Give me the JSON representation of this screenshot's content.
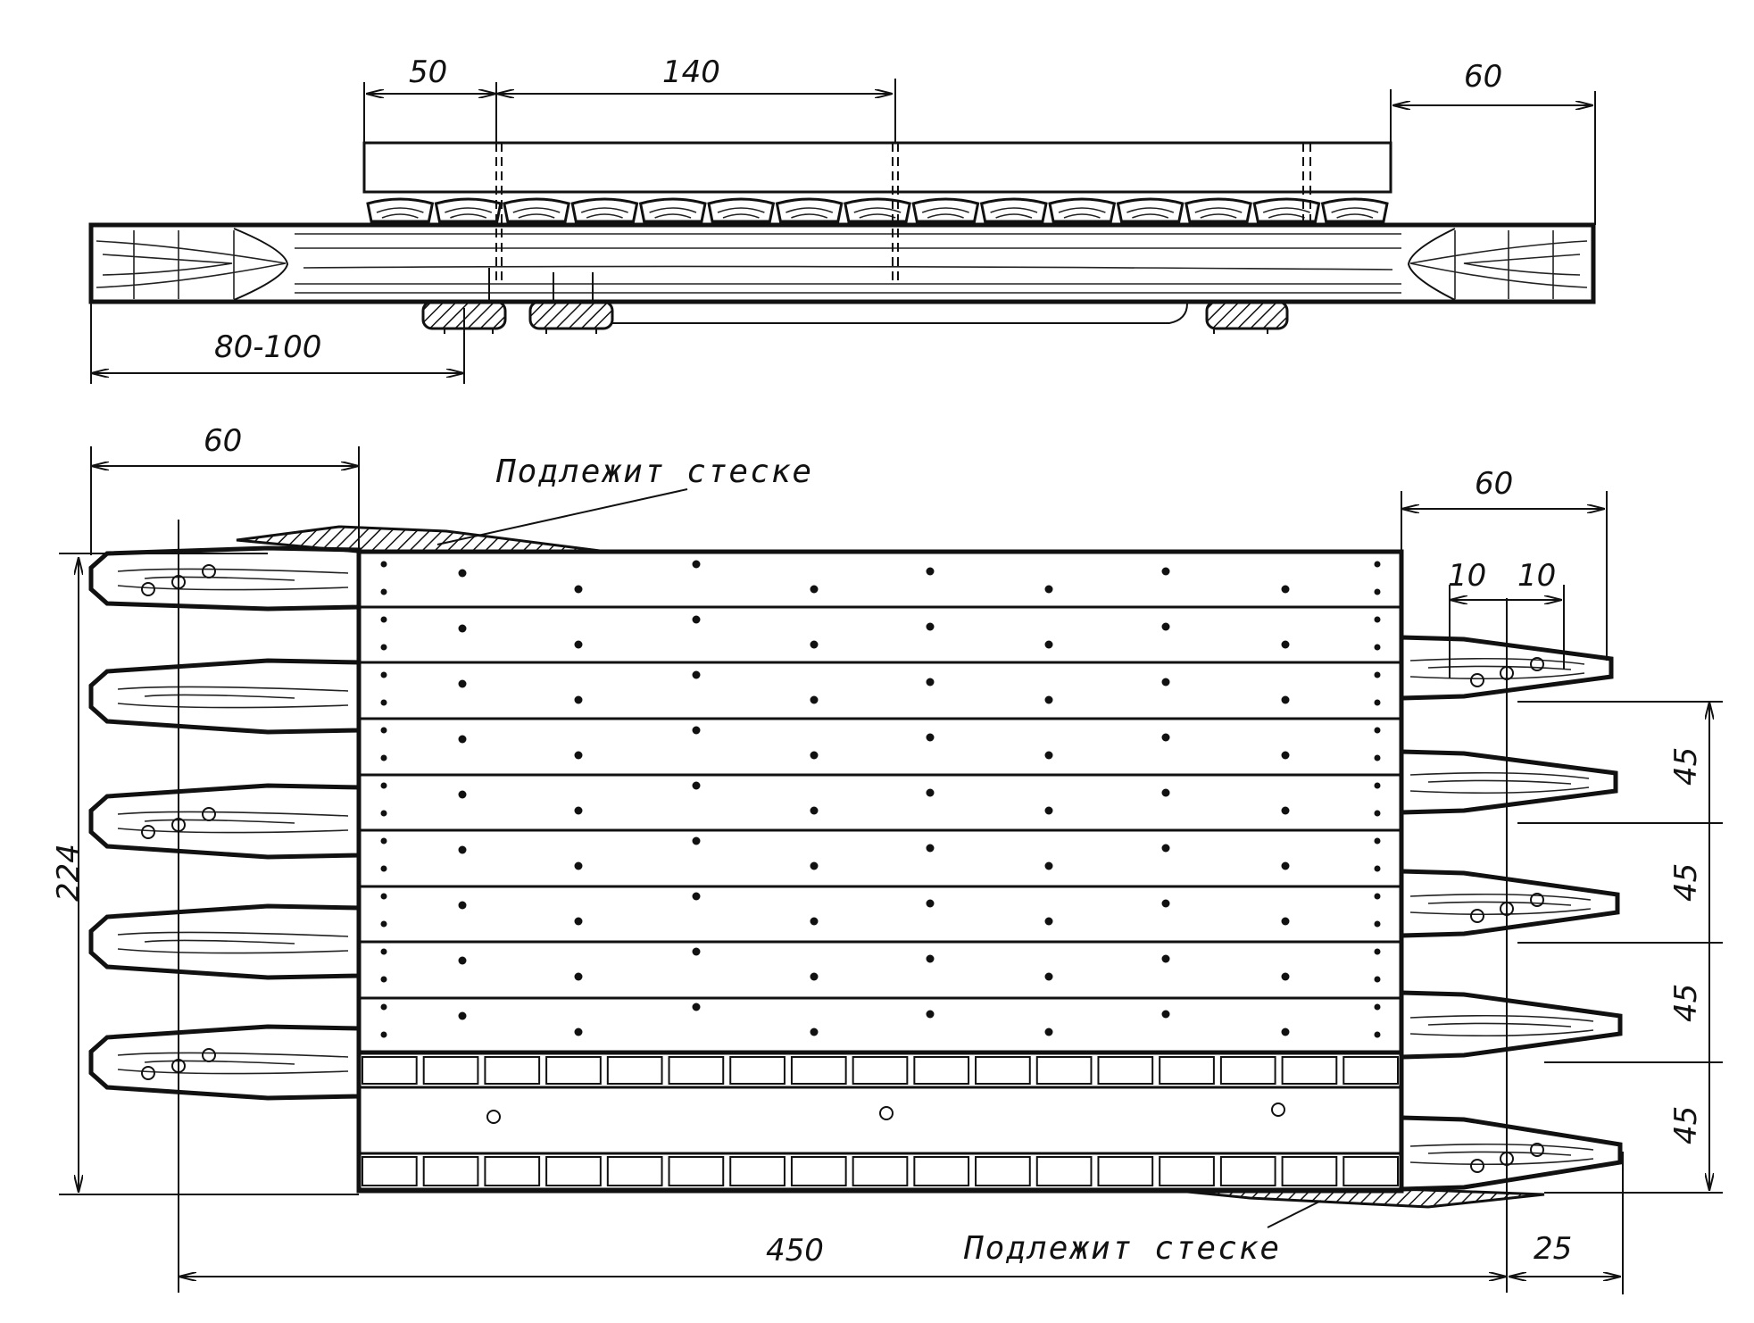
{
  "dimensions": {
    "top_50": "50",
    "top_140": "140",
    "top_60": "60",
    "top_80_100": "80-100",
    "plan_60_left": "60",
    "plan_60_right": "60",
    "plan_10a": "10",
    "plan_10b": "10",
    "plan_224": "224",
    "plan_45a": "45",
    "plan_45b": "45",
    "plan_45c": "45",
    "plan_45d": "45",
    "plan_450": "450",
    "plan_25": "25"
  },
  "notes": {
    "top_note": "Подлежит стеске",
    "bottom_note": "Подлежит стеске"
  }
}
